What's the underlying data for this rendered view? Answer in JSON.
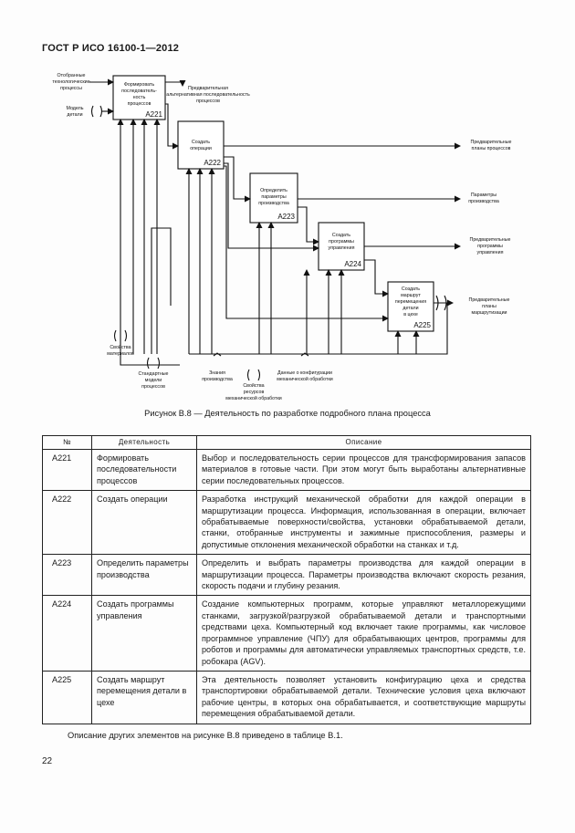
{
  "header": {
    "title": "ГОСТ Р ИСО 16100-1—2012"
  },
  "diagram": {
    "boxes": [
      {
        "label_lines": [
          "Формировать",
          "последователь-",
          "ность",
          "процессов"
        ],
        "code": "A221"
      },
      {
        "label_lines": [
          "Создать",
          "операции"
        ],
        "code": "A222"
      },
      {
        "label_lines": [
          "Определить",
          "параметры",
          "производства"
        ],
        "code": "A223"
      },
      {
        "label_lines": [
          "Создать",
          "программы",
          "управления"
        ],
        "code": "A224"
      },
      {
        "label_lines": [
          "Создать",
          "маршрут",
          "перемещения",
          "детали",
          "в цехе"
        ],
        "code": "A225"
      }
    ],
    "inputs": {
      "selected_processes": [
        "Отобранные",
        "технологические",
        "процессы"
      ],
      "part_model": [
        "Модель",
        "детали"
      ]
    },
    "outputs": {
      "preliminary_alternative_sequence": [
        "Предварительная",
        "альтернативная последовательность",
        "процессов"
      ],
      "preliminary_process_plans": [
        "Предварительные",
        "планы процессов"
      ],
      "production_parameters": [
        "Параметры",
        "производства"
      ],
      "preliminary_control_programs": [
        "Предварительные",
        "программы",
        "управления"
      ],
      "preliminary_routing_plans": [
        "Предварительные",
        "планы",
        "маршрутизации"
      ]
    },
    "mechanisms": {
      "material_properties": [
        "Свойства",
        "материалов"
      ],
      "standard_process_models": [
        "Стандартные",
        "модели",
        "процессов"
      ],
      "production_knowledge": [
        "Знания",
        "производства"
      ],
      "machining_resources": [
        "Свойства",
        "ресурсов",
        "механической обработки"
      ],
      "machining_configuration": [
        "Данные о конфигурации",
        "механической обработки"
      ]
    }
  },
  "caption": "Рисунок В.8 — Деятельность по разработке подробного плана процесса",
  "table": {
    "headers": [
      "№",
      "Деятельность",
      "Описание"
    ],
    "rows": [
      {
        "code": "A221",
        "activity": "Формировать последовательности процессов",
        "description": "Выбор и последовательность серии процессов для трансформирования запасов материалов в готовые части. При этом могут быть выработаны альтернативные серии последовательных процессов."
      },
      {
        "code": "A222",
        "activity": "Создать операции",
        "description": "Разработка инструкций механической обработки для каждой операции в маршрутизации процесса. Информация, использованная в операции, включает обрабатываемые поверхности/свойства, установки обрабатываемой детали, станки, отобранные инструменты и зажимные приспособления, размеры и допустимые отклонения механической обработки на станках и т.д."
      },
      {
        "code": "A223",
        "activity": "Определить параметры производства",
        "description": "Определить и выбрать параметры производства для каждой операции в маршрутизации процесса. Параметры производства включают скорость резания, скорость подачи и глубину резания."
      },
      {
        "code": "A224",
        "activity": "Создать программы управления",
        "description": "Создание компьютерных программ, которые управляют металлорежущими станками, загрузкой/разгрузкой обрабатываемой детали и транспортными средствами цеха. Компьютерный код включает такие программы, как числовое программное управление (ЧПУ) для обрабатывающих центров, программы для роботов и программы для автоматически управляемых транспортных средств, т.е. робокара (AGV)."
      },
      {
        "code": "A225",
        "activity": "Создать маршрут перемещения детали в цехе",
        "description": "Эта деятельность позволяет установить конфигурацию цеха и средства транспортировки обрабатываемой детали. Технические условия цеха включают рабочие центры, в которых она обрабатывается, и соответствующие маршруты перемещения обрабатываемой детали."
      }
    ]
  },
  "note": "Описание других элементов на рисунке В.8 приведено в таблице В.1.",
  "page_number": "22"
}
